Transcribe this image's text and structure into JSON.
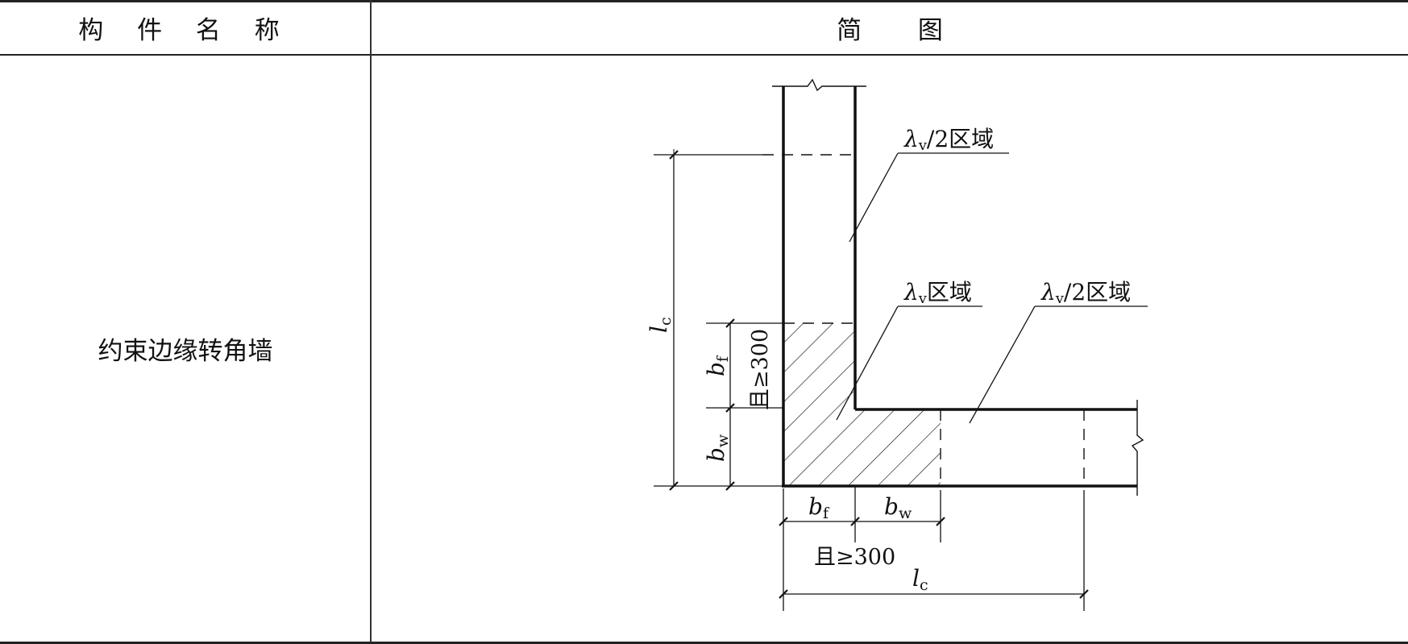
{
  "table": {
    "header_name": "构 件 名 称",
    "header_figure": "简 图",
    "row_name": "约束边缘转角墙"
  },
  "diagram": {
    "label_top_region": "λv/2区域",
    "label_mid_region": "λv区域",
    "label_right_region": "λv/2区域",
    "dim_lc": "lc",
    "dim_bf": "bf",
    "dim_bw": "bw",
    "dim_min300": "且≥300",
    "lc_main": "l",
    "lc_sub": "c",
    "bf_main": "b",
    "bf_sub": "f",
    "bw_main": "b",
    "bw_sub": "w",
    "lambda_main": "λ",
    "lambda_sub": "v",
    "half_region": "/2区域",
    "full_region": "区域"
  },
  "colors": {
    "line": "#111111",
    "rule": "#222222"
  }
}
